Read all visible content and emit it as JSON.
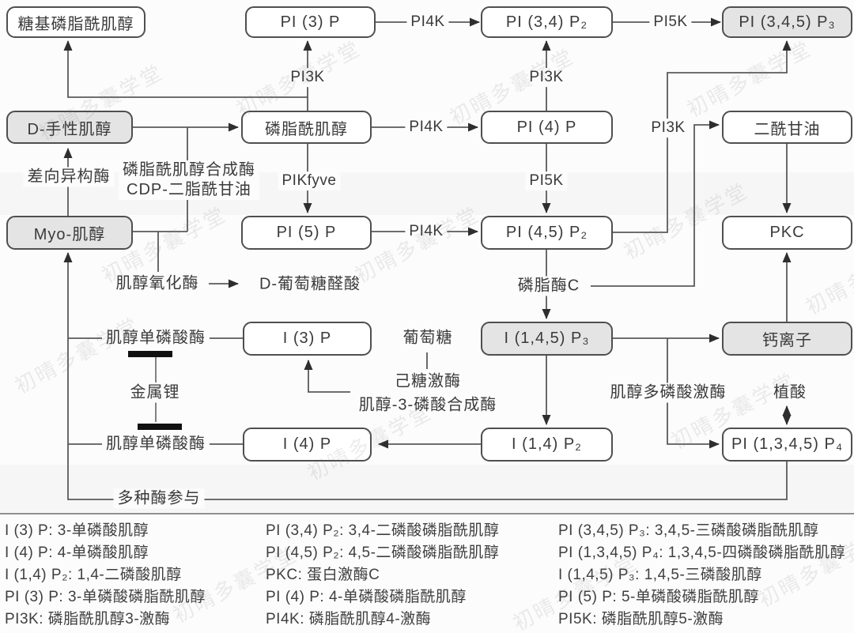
{
  "watermark": {
    "text": "初晴多囊学堂"
  },
  "nodes": {
    "gpi": "糖基磷脂酰肌醇",
    "pi3p": "PI (3) P",
    "pi34p2": "PI (3,4) P₂",
    "pi345p3": "PI (3,4,5) P₃",
    "dchiro": "D-手性肌醇",
    "ptdins": "磷脂酰肌醇",
    "pi4p": "PI (4) P",
    "dag": "二酰甘油",
    "myo": "Myo-肌醇",
    "pi5p": "PI (5) P",
    "pi45p2": "PI (4,5) P₂",
    "pkc": "PKC",
    "i3p": "I (3) P",
    "i145p3": "I (1,4,5) P₃",
    "ca": "钙离子",
    "i4p": "I (4) P",
    "i14p2": "I (1,4) P₂",
    "pi1345p4": "PI (1,3,4,5) P₄"
  },
  "labels": {
    "pi4k_top": "PI4K",
    "pi5k_top": "PI5K",
    "pi3k_left": "PI3K",
    "pi3k_mid": "PI3K",
    "pi4k_row2": "PI4K",
    "pi3k_right": "PI3K",
    "pikfyve": "PIKfyve",
    "pi5k_mid": "PI5K",
    "pi4k_row3": "PI4K",
    "epimerase": "差向异构酶",
    "synthase1": "磷脂酰肌醇合成酶",
    "synthase2": "CDP-二脂酰甘油",
    "oxidase": "肌醇氧化酶",
    "glucuronic": "D-葡萄糖醛酸",
    "plc": "磷脂酶C",
    "impase1": "肌醇单磷酸酶",
    "impase2": "肌醇单磷酸酶",
    "lithium": "金属锂",
    "glucose": "葡萄糖",
    "hexokinase": "己糖激酶",
    "mips": "肌醇-3-磷酸合成酶",
    "multikinase": "肌醇多磷酸激酶",
    "phytic": "植酸",
    "multienzymes": "多种酶参与"
  },
  "legend": {
    "col1": [
      "I (3) P:  3-单磷酸肌醇",
      "I (4) P:  4-单磷酸肌醇",
      "I (1,4) P₂:  1,4-二磷酸肌醇",
      "PI (3) P:  3-单磷酸磷脂酰肌醇",
      "PI3K:  磷脂酰肌醇3-激酶"
    ],
    "col2": [
      "PI (3,4) P₂:  3,4-二磷酸磷脂酰肌醇",
      "PI (4,5) P₂:  4,5-二磷酸磷脂酰肌醇",
      "PKC:  蛋白激酶C",
      "PI (4) P:  4-单磷酸磷脂酰肌醇",
      "PI4K:  磷脂酰肌醇4-激酶"
    ],
    "col3": [
      "PI (3,4,5) P₃:  3,4,5-三磷酸磷脂酰肌醇",
      "PI (1,3,4,5) P₄:  1,3,4,5-四磷酸磷脂酰肌醇",
      "I (1,4,5) P₃:  1,4,5-三磷酸肌醇",
      "PI (5) P:  5-单磷酸磷脂酰肌醇",
      "PI5K:  磷脂酰肌醇5-激酶"
    ]
  },
  "colors": {
    "node_border": "#4f4f4f",
    "node_gray_fill": "#e4e4e4",
    "line": "#5a5a5a",
    "inhibitor_bar": "#111111"
  }
}
